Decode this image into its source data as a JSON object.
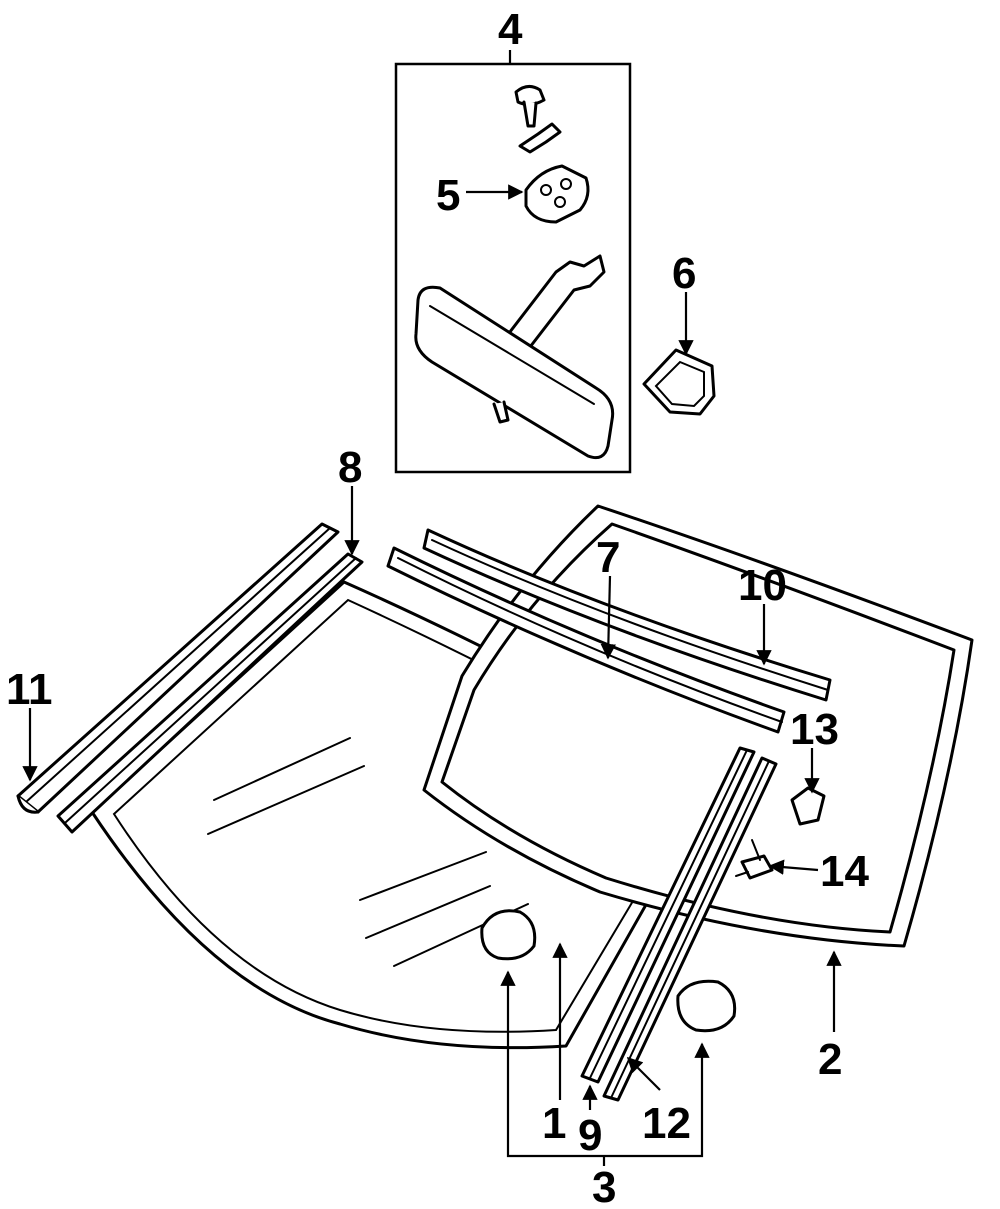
{
  "diagram": {
    "callouts": [
      "1",
      "2",
      "3",
      "4",
      "5",
      "6",
      "7",
      "8",
      "9",
      "10",
      "11",
      "12",
      "13",
      "14"
    ]
  },
  "colors": {
    "ink": "#000000",
    "paper": "#ffffff"
  }
}
